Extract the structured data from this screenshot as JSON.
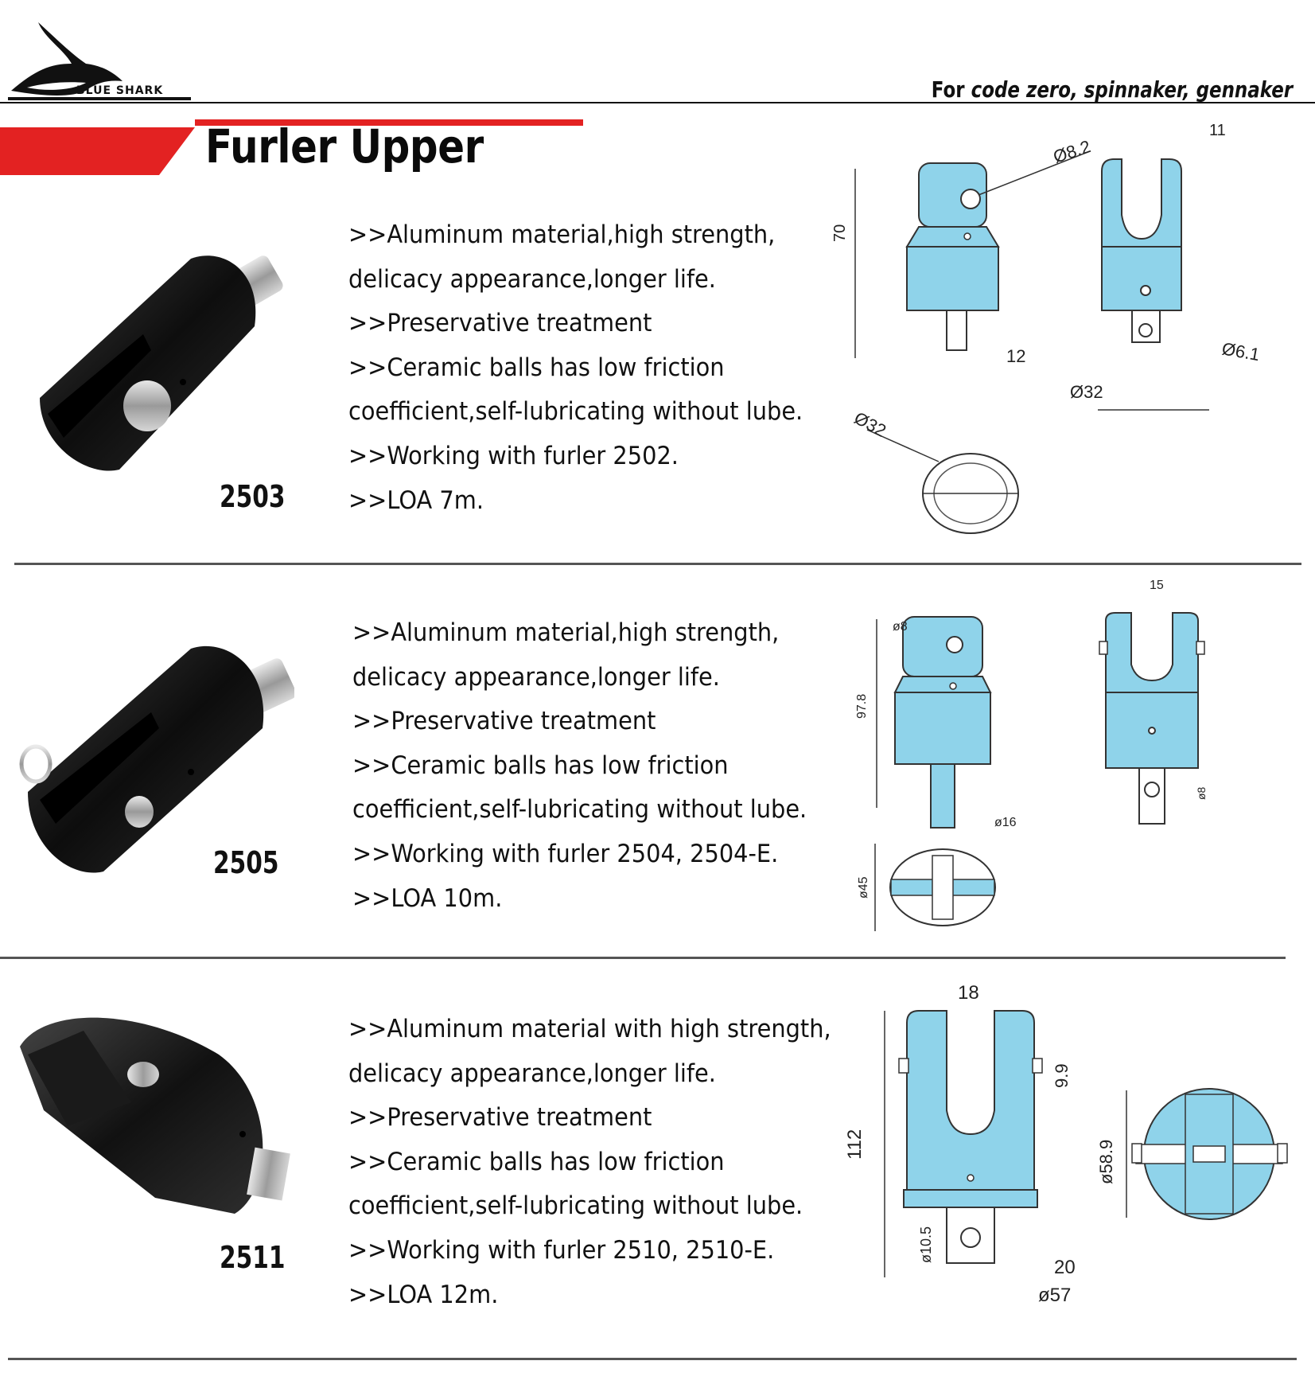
{
  "brand": {
    "logo_text": "BLUE SHARK"
  },
  "header": {
    "tagline_prefix": "For",
    "tagline_items": "code zero, spinnaker, gennaker",
    "title": "Furler Upper"
  },
  "colors": {
    "accent_red": "#e32222",
    "drawing_fill": "#8fd3ea",
    "text": "#111111"
  },
  "products": [
    {
      "model": "2503",
      "features": [
        ">>Aluminum material,high strength,",
        "delicacy appearance,longer life.",
        ">>Preservative treatment",
        ">>Ceramic balls has low friction",
        "coefficient,self-lubricating without lube.",
        ">>Working with furler 2502.",
        ">>LOA 7m."
      ],
      "dims": {
        "height": "70",
        "hole": "Ø8.2",
        "slot": "11",
        "shaft": "12",
        "pin": "Ø6.1",
        "body": "Ø32",
        "top": "Ø32"
      }
    },
    {
      "model": "2505",
      "features": [
        ">>Aluminum material,high strength,",
        "delicacy appearance,longer life.",
        ">>Preservative treatment",
        ">>Ceramic balls has low friction",
        "coefficient,self-lubricating without lube.",
        ">>Working with furler 2504, 2504-E.",
        ">>LOA 10m."
      ],
      "dims": {
        "height": "97.8",
        "hole": "ø8",
        "slot": "15",
        "shaft": "ø16",
        "pin": "ø8",
        "top": "ø45"
      }
    },
    {
      "model": "2511",
      "features": [
        ">>Aluminum material with high strength,",
        "delicacy appearance,longer life.",
        ">>Preservative treatment",
        ">>Ceramic balls has low friction",
        "coefficient,self-lubricating without lube.",
        ">>Working with furler 2510, 2510-E.",
        ">>LOA 12m."
      ],
      "dims": {
        "height": "112",
        "slot": "18",
        "slot_depth": "9.9",
        "shaft": "ø10.5",
        "tab": "20",
        "body": "ø57",
        "top": "ø58.9"
      }
    }
  ]
}
